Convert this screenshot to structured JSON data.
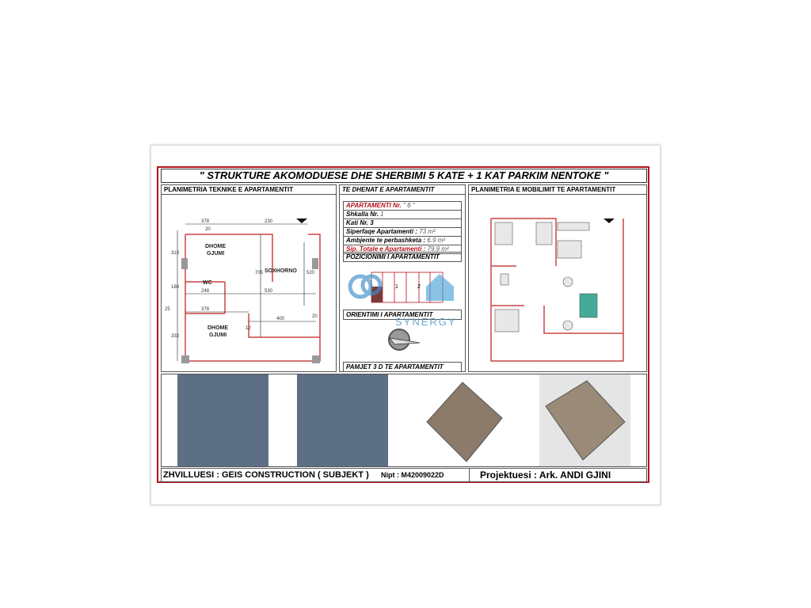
{
  "title": "\" STRUKTURE AKOMODUESE DHE SHERBIMI 5 KATE + 1 KAT PARKIM NENTOKE \"",
  "left_panel": {
    "header": "PLANIMETRIA TEKNIKE E APARTAMENTIT",
    "rooms": [
      "DHOME",
      "GJUMI",
      "SOXHORNO",
      "WC",
      "DHOME",
      "GJUMI"
    ],
    "dims": [
      "378",
      "230",
      "313",
      "20",
      "705",
      "520",
      "180",
      "248",
      "530",
      "378",
      "25",
      "400",
      "20",
      "333",
      "12"
    ]
  },
  "middle_panel": {
    "header": "TE DHENAT E APARTAMENTIT",
    "apartment": {
      "label": "APARTAMENTI  Nr.",
      "value": "\" 6 \""
    },
    "shkalla": {
      "label": "Shkalla  Nr.",
      "value": "1"
    },
    "kati": {
      "label": "Kati  Nr. 3"
    },
    "siperfaqe": {
      "label": "Siperfaqe Apartamenti :",
      "value": "73 m²"
    },
    "ambjente": {
      "label": "Ambjente te perbashketa :",
      "value": "6.9 m²"
    },
    "totale": {
      "label": "Sip. Totale e Apartamenti :",
      "value": "79.9 m²"
    },
    "pozicionimi": "POZICIONIMI  I  APARTAMENTIT",
    "pos_numbers": [
      "1",
      "2"
    ],
    "orientimi": "ORIENTIMI  I  APARTAMENTIT",
    "watermark": "SYNERGY",
    "pamjet": "PAMJET  3 D  TE  APARTAMENTIT"
  },
  "right_panel": {
    "header": "PLANIMETRIA  E MOBILIMIT TE APARTAMENTIT"
  },
  "footer": {
    "developer": "ZHVILLUESI : GEIS  CONSTRUCTION ( SUBJEKT )",
    "nipt": "Nipt : M42009022D",
    "designer": "Projektuesi : Ark. ANDI  GJINI"
  },
  "colors": {
    "accent": "#b5121b"
  }
}
